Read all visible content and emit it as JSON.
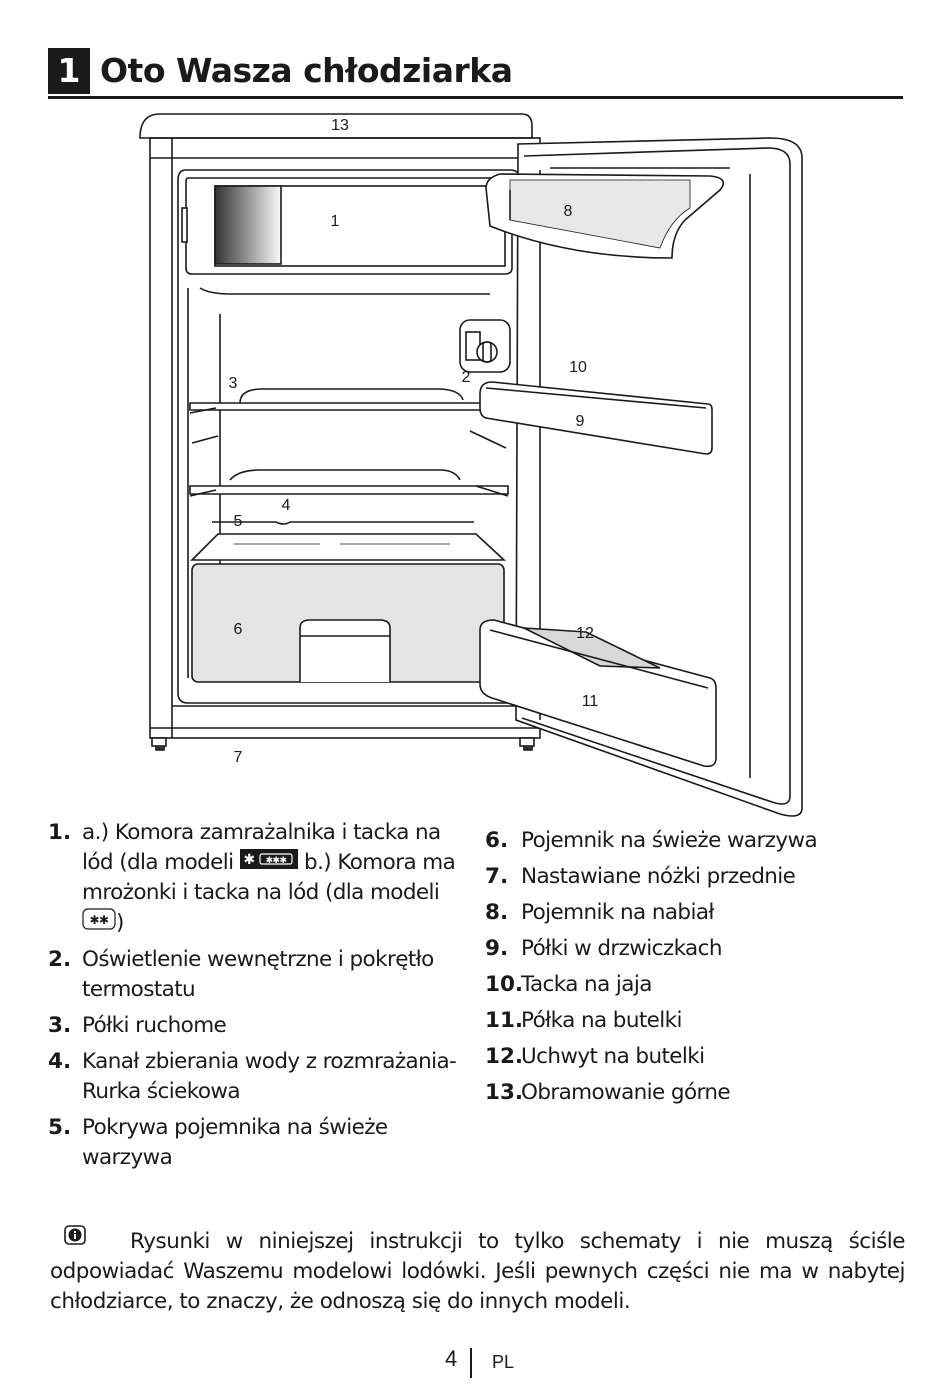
{
  "heading": {
    "number": "1",
    "title": "Oto Wasza chłodziarka"
  },
  "diagram": {
    "labels": {
      "l1": "1",
      "l2": "2",
      "l3": "3",
      "l4": "4",
      "l5": "5",
      "l6": "6",
      "l7": "7",
      "l8": "8",
      "l9": "9",
      "l10": "10",
      "l11": "11",
      "l12": "12",
      "l13": "13"
    }
  },
  "parts_left": [
    {
      "num": "1.",
      "text_a": "a.) Komora zamrażalnika i tacka na lód (dla modeli",
      "text_b": "b.) Komora ma mrożonki i tacka na lód (dla modeli",
      "text_c": ")",
      "icon_a": "three-star-freezer-icon",
      "icon_b": "two-star-freezer-icon"
    },
    {
      "num": "2.",
      "text": "Oświetlenie wewnętrzne i pokrętło termostatu"
    },
    {
      "num": "3.",
      "text": "Półki ruchome"
    },
    {
      "num": "4.",
      "text": "Kanał zbierania wody z rozmrażania- Rurka ściekowa"
    },
    {
      "num": "5.",
      "text": "Pokrywa pojemnika na świeże warzywa"
    }
  ],
  "parts_right": [
    {
      "num": "6.",
      "text": "Pojemnik na świeże warzywa"
    },
    {
      "num": "7.",
      "text": "Nastawiane nóżki przednie"
    },
    {
      "num": "8.",
      "text": "Pojemnik na nabiał"
    },
    {
      "num": "9.",
      "text": "Półki w drzwiczkach"
    },
    {
      "num": "10.",
      "text": "Tacka na jaja"
    },
    {
      "num": "11.",
      "text": "Półka na butelki"
    },
    {
      "num": "12.",
      "text": "Uchwyt na butelki"
    },
    {
      "num": "13.",
      "text": "Obramowanie górne"
    }
  ],
  "note": {
    "icon": "info-icon",
    "text": "Rysunki w niniejszej instrukcji to tylko schematy i nie muszą ściśle odpowiadać Waszemu modelowi lodówki. Jeśli pewnych części nie ma w nabytej chłodziarce, to znaczy, że odnoszą się do innych modeli."
  },
  "footer": {
    "page_number": "4",
    "language": "PL"
  }
}
